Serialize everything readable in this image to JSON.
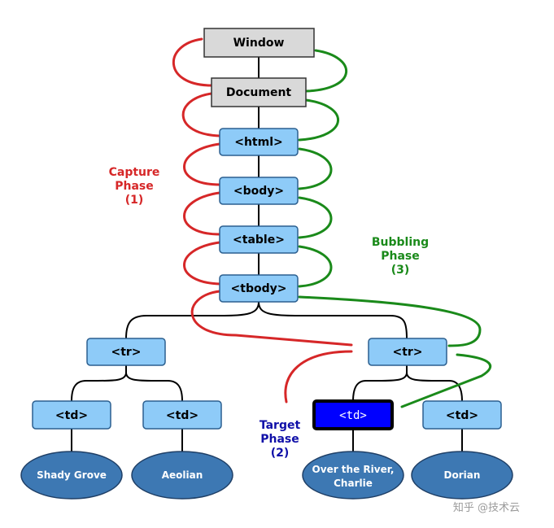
{
  "nodes": {
    "window": "Window",
    "document": "Document",
    "html": "<html>",
    "body": "<body>",
    "table": "<table>",
    "tbody": "<tbody>",
    "tr_left": "<tr>",
    "tr_right": "<tr>",
    "td_1": "<td>",
    "td_2": "<td>",
    "td_target": "<td>",
    "td_4": "<td>"
  },
  "leaves": {
    "leaf_1": "Shady Grove",
    "leaf_2": "Aeolian",
    "leaf_3_line1": "Over the River,",
    "leaf_3_line2": "Charlie",
    "leaf_4": "Dorian"
  },
  "phases": {
    "capture": {
      "line1": "Capture",
      "line2": "Phase",
      "line3": "(1)"
    },
    "bubbling": {
      "line1": "Bubbling",
      "line2": "Phase",
      "line3": "(3)"
    },
    "target": {
      "line1": "Target",
      "line2": "Phase",
      "line3": "(2)"
    }
  },
  "watermark": "知乎 @技术云",
  "colors": {
    "capture": "#d62728",
    "bubbling": "#1a8a1a",
    "target_label": "#1010a8",
    "grey_node": "#d9d9d9",
    "blue_node": "#8ecbf8",
    "target_node": "#0000ff",
    "leaf_node": "#3d78b3"
  }
}
